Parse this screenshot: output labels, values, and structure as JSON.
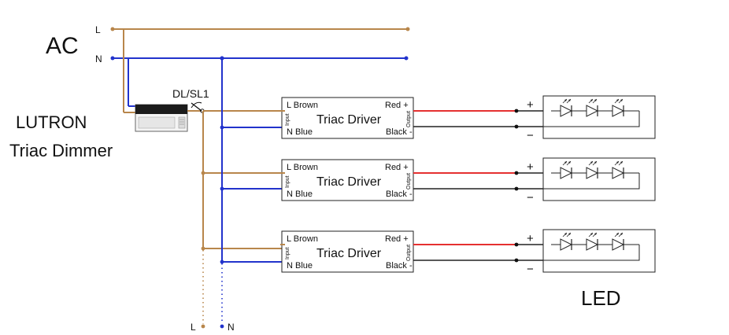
{
  "colors": {
    "line_wire": "#b8864b",
    "neutral_wire": "#2233cc",
    "red_wire": "#e53030",
    "black_wire": "#222222",
    "box_stroke": "#222222"
  },
  "labels": {
    "ac": "AC",
    "l": "L",
    "n": "N",
    "lutron": "LUTRON",
    "triac_dimmer": "Triac Dimmer",
    "dimmer_model": "DL/SL1",
    "led": "LED",
    "bottom_l": "L",
    "bottom_n": "N"
  },
  "drivers": [
    {
      "title": "Triac Driver",
      "l_in": "L Brown",
      "n_in": "N Blue",
      "red_out": "Red +",
      "black_out": "Black -",
      "input_tag": "Input",
      "output_tag": "Output",
      "plus": "+",
      "minus": "−"
    },
    {
      "title": "Triac Driver",
      "l_in": "L Brown",
      "n_in": "N Blue",
      "red_out": "Red +",
      "black_out": "Black -",
      "input_tag": "Input",
      "output_tag": "Output",
      "plus": "+",
      "minus": "−"
    },
    {
      "title": "Triac Driver",
      "l_in": "L Brown",
      "n_in": "N Blue",
      "red_out": "Red +",
      "black_out": "Black -",
      "input_tag": "Input",
      "output_tag": "Output",
      "plus": "+",
      "minus": "−"
    }
  ],
  "icons": {
    "dimmer": "wall-dimmer-icon",
    "led": "led-diode-icon",
    "switch": "dimmer-switch-symbol-icon"
  }
}
